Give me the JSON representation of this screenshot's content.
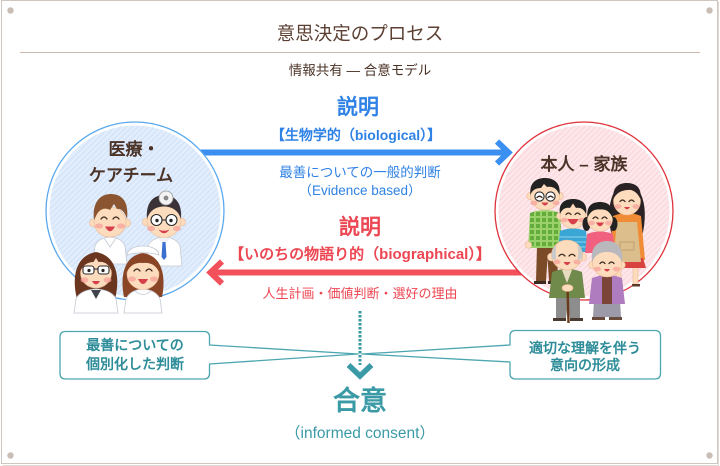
{
  "header": {
    "title": "意思決定のプロセス",
    "subtitle": "情報共有 — 合意モデル"
  },
  "care_team": {
    "label_lines": [
      "医療・",
      "ケアチーム"
    ],
    "figures": [
      "young-male-doctor-icon",
      "senior-doctor-with-head-mirror-icon",
      "female-doctor-with-glasses-icon",
      "nurse-icon"
    ]
  },
  "patient_family": {
    "label": "本人 – 家族",
    "figures": [
      "father-icon",
      "mother-icon",
      "son-icon",
      "daughter-icon",
      "grandfather-with-cane-icon",
      "grandmother-icon"
    ]
  },
  "explanation_biological": {
    "heading": "説明",
    "category": "【生物学的（biological）】",
    "detail_lines": [
      "最善についての一般的判断",
      "（Evidence based）"
    ],
    "arrow": "arrow-right-icon"
  },
  "explanation_biographical": {
    "heading": "説明",
    "category": "【いのちの物語り的（biographical）】",
    "detail": "人生計画・価値判断・選好の理由",
    "arrow": "arrow-left-icon"
  },
  "callouts": {
    "left_lines": [
      "最善についての",
      "個別化した判断"
    ],
    "right_lines": [
      "適切な理解を伴う",
      "意向の形成"
    ]
  },
  "consensus": {
    "title": "合意",
    "subtitle": "（informed consent）",
    "connector": "chevron-down-icon"
  },
  "colors": {
    "title": "#5c4033",
    "label": "#4b3327",
    "blue_text": "#2f82e5",
    "blue_arrow": "#3b8ff0",
    "blue_circle_border": "#5aa9ef",
    "red_text": "#ec4652",
    "red_arrow": "#f2515b",
    "red_circle_border": "#e0333c",
    "teal": "#3a9aa6",
    "teal_text": "#2e8d99",
    "callout_border": "#4ca6b0",
    "frame": "#cfc6bf"
  }
}
